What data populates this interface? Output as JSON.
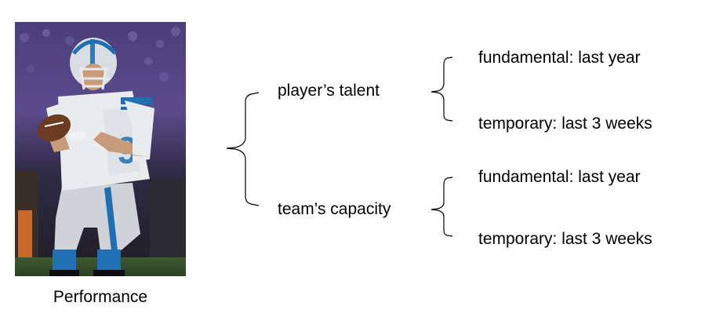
{
  "photo": {
    "caption": "Performance"
  },
  "tree": {
    "branches": [
      {
        "label": "player’s talent",
        "children": [
          {
            "label": "fundamental: last year"
          },
          {
            "label": "temporary: last 3 weeks"
          }
        ]
      },
      {
        "label": "team’s capacity",
        "children": [
          {
            "label": "fundamental: last year"
          },
          {
            "label": "temporary: last 3 weeks"
          }
        ]
      }
    ]
  }
}
